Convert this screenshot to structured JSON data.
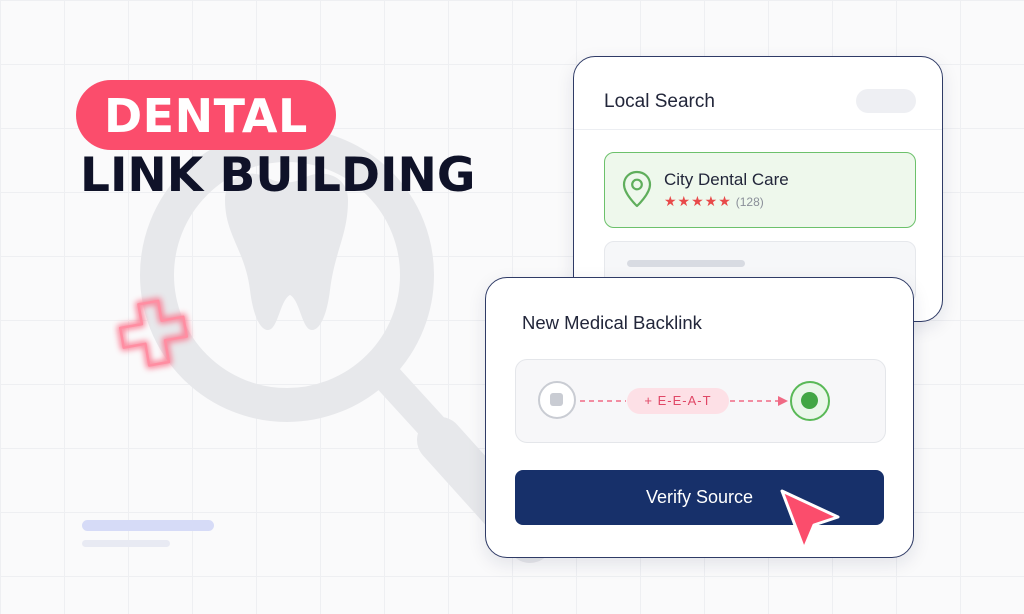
{
  "headline": {
    "highlight": "DENTAL",
    "line2": "LINK BUILDING"
  },
  "colors": {
    "accent": "#fb4d6c",
    "navy": "#17306a",
    "success": "#59b957",
    "star": "#e84a4a"
  },
  "icons": [
    "magnifier-tooth-icon",
    "cross-icon",
    "location-pin-icon",
    "star-icon",
    "cursor-icon"
  ],
  "local_search_card": {
    "title": "Local Search",
    "result": {
      "name": "City Dental Care",
      "stars": "★★★★★",
      "review_count": "(128)"
    }
  },
  "backlink_card": {
    "title": "New Medical Backlink",
    "flow_label": "+ E-E-A-T",
    "button_label": "Verify Source"
  }
}
